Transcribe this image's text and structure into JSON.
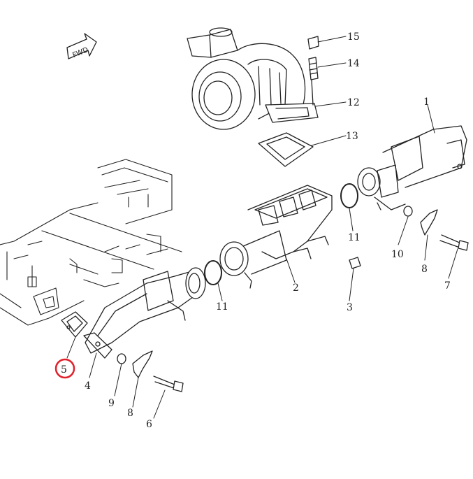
{
  "direction_label": "FWD",
  "highlight_color": "#e0202a",
  "line_color": "#222222",
  "callouts": [
    {
      "id": "c1",
      "text": "1"
    },
    {
      "id": "c2",
      "text": "2"
    },
    {
      "id": "c3",
      "text": "3"
    },
    {
      "id": "c4",
      "text": "4"
    },
    {
      "id": "c5",
      "text": "5",
      "highlighted": true
    },
    {
      "id": "c6",
      "text": "6"
    },
    {
      "id": "c7",
      "text": "7"
    },
    {
      "id": "c8a",
      "text": "8"
    },
    {
      "id": "c8b",
      "text": "8"
    },
    {
      "id": "c9",
      "text": "9"
    },
    {
      "id": "c10",
      "text": "10"
    },
    {
      "id": "c11a",
      "text": "11"
    },
    {
      "id": "c11b",
      "text": "11"
    },
    {
      "id": "c12",
      "text": "12"
    },
    {
      "id": "c13",
      "text": "13"
    },
    {
      "id": "c14",
      "text": "14"
    },
    {
      "id": "c15",
      "text": "15"
    }
  ]
}
